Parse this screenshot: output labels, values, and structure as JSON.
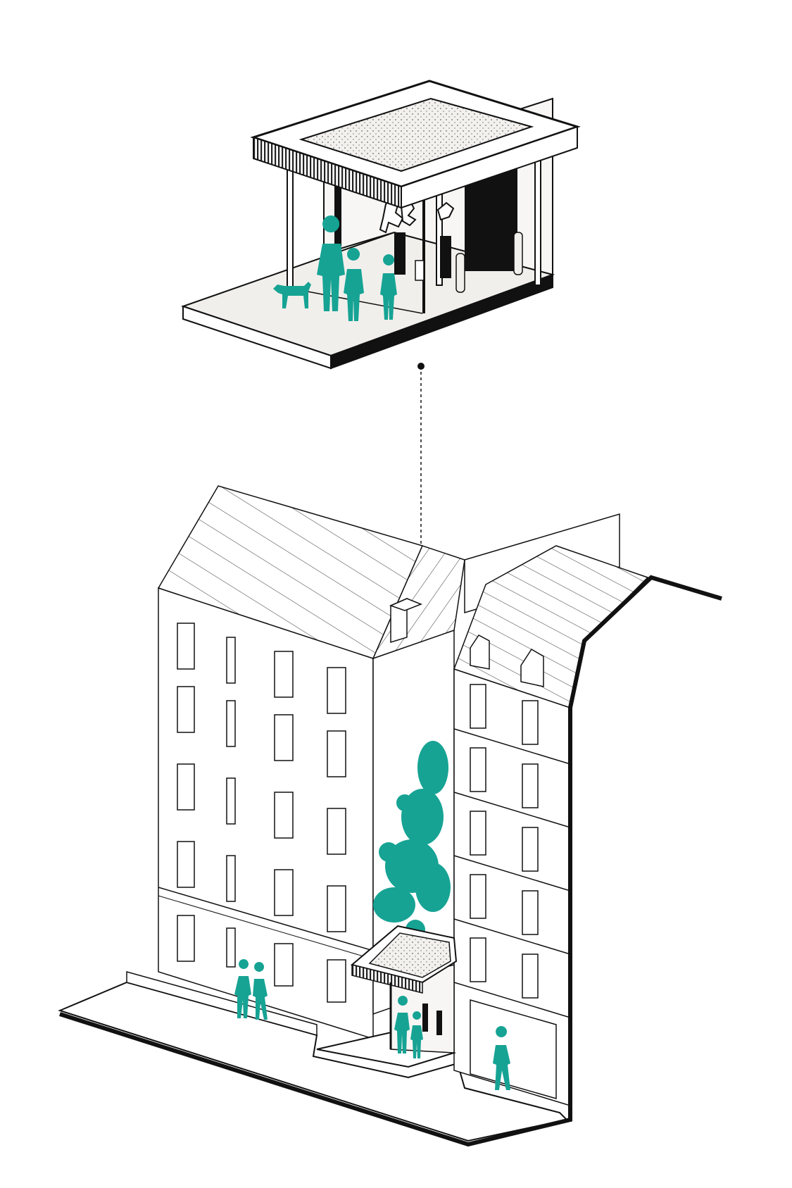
{
  "diagram": {
    "kind": "axonometric-architecture-illustration",
    "colors": {
      "ink": "#111111",
      "accent": "#16a394",
      "paper": "#ffffff",
      "floor": "#f1efeb",
      "glass": "#f6f6f6"
    },
    "elements": [
      "entrance-pavilion-detail",
      "connector-dashed-line",
      "main-building",
      "adjacent-building",
      "tree",
      "pedestrians",
      "dog",
      "sculptures"
    ]
  }
}
